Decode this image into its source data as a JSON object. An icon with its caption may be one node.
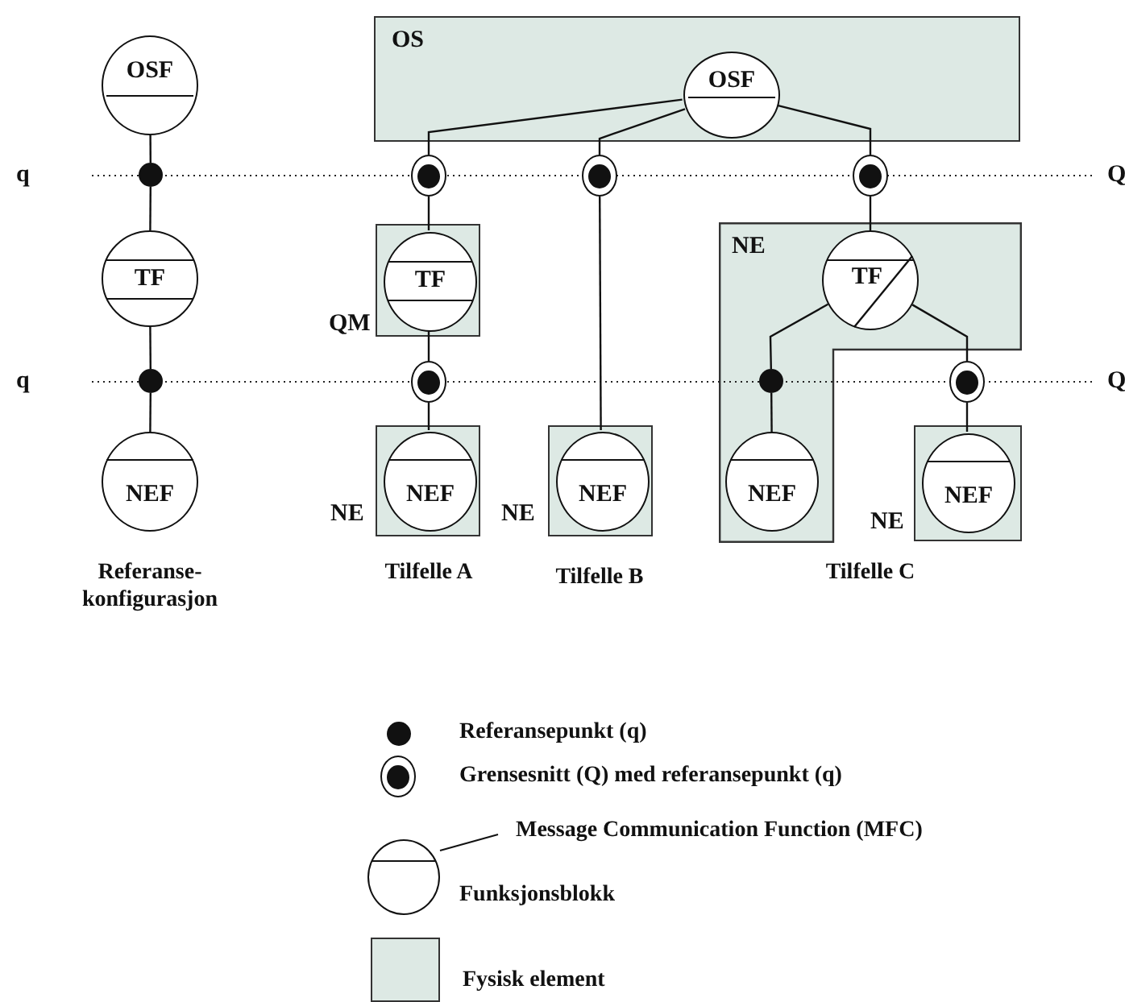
{
  "diagram": {
    "nodes": [
      {
        "text": [
          "OSF"
        ]
      },
      {
        "text": [],
        "shape": "dot"
      },
      {
        "text": [
          "TF"
        ]
      },
      {
        "text": [],
        "shape": "dot"
      },
      {
        "text": [
          "NEF"
        ]
      },
      {
        "text": [
          "OS"
        ]
      },
      {
        "text": [
          "OSF"
        ],
        "in": 5
      },
      {
        "text": [],
        "shape": "ring"
      },
      {
        "text": [],
        "shape": "ring"
      },
      {
        "text": [],
        "shape": "ring"
      },
      {
        "text": [
          "QM"
        ]
      },
      {
        "text": [
          "TF"
        ],
        "in": 10
      },
      {
        "text": [
          "NE"
        ]
      },
      {
        "text": [
          "TF"
        ],
        "in": 12
      },
      {
        "text": [],
        "shape": "ring"
      },
      {
        "text": [],
        "shape": "dot",
        "in": 12
      },
      {
        "text": [],
        "shape": "ring"
      },
      {
        "text": [
          "NE"
        ]
      },
      {
        "text": [
          "NEF"
        ],
        "in": 17
      },
      {
        "text": [
          "NE"
        ]
      },
      {
        "text": [
          "NEF"
        ],
        "in": 19
      },
      {
        "text": [
          "NEF"
        ],
        "in": 12
      },
      {
        "text": [
          "NE"
        ]
      },
      {
        "text": [
          "NEF"
        ],
        "in": 22
      }
    ],
    "edges": [
      {
        "from": 0,
        "to": 1,
        "arrow": "none"
      },
      {
        "from": 1,
        "to": 2,
        "arrow": "none"
      },
      {
        "from": 2,
        "to": 3,
        "arrow": "none"
      },
      {
        "from": 3,
        "to": 4,
        "arrow": "none"
      },
      {
        "from": 6,
        "to": 7,
        "arrow": "none"
      },
      {
        "from": 6,
        "to": 8,
        "arrow": "none"
      },
      {
        "from": 6,
        "to": 9,
        "arrow": "none"
      },
      {
        "from": 7,
        "to": 11,
        "arrow": "none"
      },
      {
        "from": 11,
        "to": 14,
        "arrow": "none"
      },
      {
        "from": 14,
        "to": 18,
        "arrow": "none"
      },
      {
        "from": 8,
        "to": 20,
        "arrow": "none"
      },
      {
        "from": 9,
        "to": 13,
        "arrow": "none"
      },
      {
        "from": 13,
        "to": 15,
        "arrow": "none"
      },
      {
        "from": 15,
        "to": 21,
        "arrow": "none"
      },
      {
        "from": 13,
        "to": 16,
        "arrow": "none"
      },
      {
        "from": 16,
        "to": 23,
        "arrow": "none"
      }
    ],
    "labels": [
      "q",
      "Q",
      "q",
      "Q",
      "Referanse- konfigurasjon",
      "Tilfelle A",
      "Tilfelle B",
      "Tilfelle C"
    ],
    "legend": [
      {
        "text": "Referansepunkt (q)"
      },
      {
        "text": "Grensesnitt (Q) med referansepunkt (q)"
      },
      {
        "text": "Message Communication Function (MFC)"
      },
      {
        "text": "Funksjonsblokk"
      },
      {
        "text": "Fysisk element",
        "color": "#dde9e4"
      }
    ]
  }
}
